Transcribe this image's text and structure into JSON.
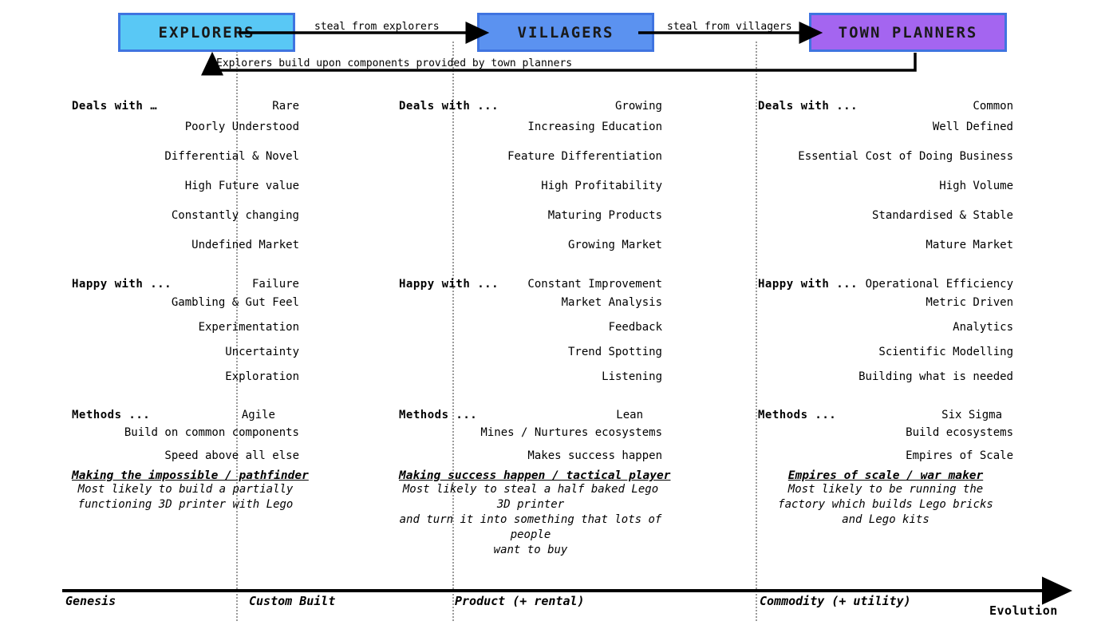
{
  "header": {
    "boxes": [
      {
        "label": "EXPLORERS",
        "color": "#59c8f5",
        "border": "#3f74e0"
      },
      {
        "label": "VILLAGERS",
        "color": "#5b92f0",
        "border": "#3f74e0"
      },
      {
        "label": "TOWN PLANNERS",
        "color": "#a465f0",
        "border": "#3f74e0"
      }
    ],
    "arrow_labels": {
      "steal_from_explorers": "steal from explorers",
      "steal_from_villagers": "steal from villagers",
      "feedback": "Explorers build upon components provided by town planners"
    }
  },
  "columns": [
    {
      "key": "explorers",
      "groups": [
        {
          "title": "Deals with …",
          "items": [
            "Rare",
            "Poorly Understood",
            "Differential & Novel",
            "High Future value",
            "Constantly changing",
            "Undefined Market"
          ]
        },
        {
          "title": "Happy with ...",
          "items": [
            "Failure",
            "Gambling & Gut Feel",
            "Experimentation",
            "Uncertainty",
            "Exploration"
          ]
        },
        {
          "title": "Methods ...",
          "items": [
            "Agile",
            "Build on common components",
            "Speed above all else"
          ]
        }
      ],
      "archetype": "Making the impossible / pathfinder",
      "blurb": "Most likely to build a partially\nfunctioning 3D printer with Lego"
    },
    {
      "key": "villagers",
      "groups": [
        {
          "title": "Deals with ...",
          "items": [
            "Growing",
            "Increasing Education",
            "Feature Differentiation",
            "High Profitability",
            "Maturing Products",
            "Growing Market"
          ]
        },
        {
          "title": "Happy with ...",
          "items": [
            "Constant Improvement",
            "Market Analysis",
            "Feedback",
            "Trend Spotting",
            "Listening"
          ]
        },
        {
          "title": "Methods ...",
          "items": [
            "Lean",
            "Mines / Nurtures ecosystems",
            "Makes success happen"
          ]
        }
      ],
      "archetype": "Making success happen / tactical player",
      "blurb": "Most likely to steal a half baked Lego 3D printer\nand turn it into something that lots of people\nwant to buy"
    },
    {
      "key": "town-planners",
      "groups": [
        {
          "title": "Deals with ...",
          "items": [
            "Common",
            "Well Defined",
            "Essential Cost of Doing Business",
            "High Volume",
            "Standardised & Stable",
            "Mature Market"
          ]
        },
        {
          "title": "Happy with ...",
          "items": [
            "Operational Efficiency",
            "Metric Driven",
            "Analytics",
            "Scientific Modelling",
            "Building what is needed"
          ]
        },
        {
          "title": "Methods ...",
          "items": [
            "Six Sigma",
            "Build ecosystems",
            "Empires of Scale"
          ]
        }
      ],
      "archetype": "Empires of scale / war maker",
      "blurb": "Most likely to be running the\nfactory which builds Lego bricks\nand Lego kits"
    }
  ],
  "axis": {
    "stages": [
      "Genesis",
      "Custom Built",
      "Product (+ rental)",
      "Commodity (+ utility)"
    ],
    "title": "Evolution"
  }
}
